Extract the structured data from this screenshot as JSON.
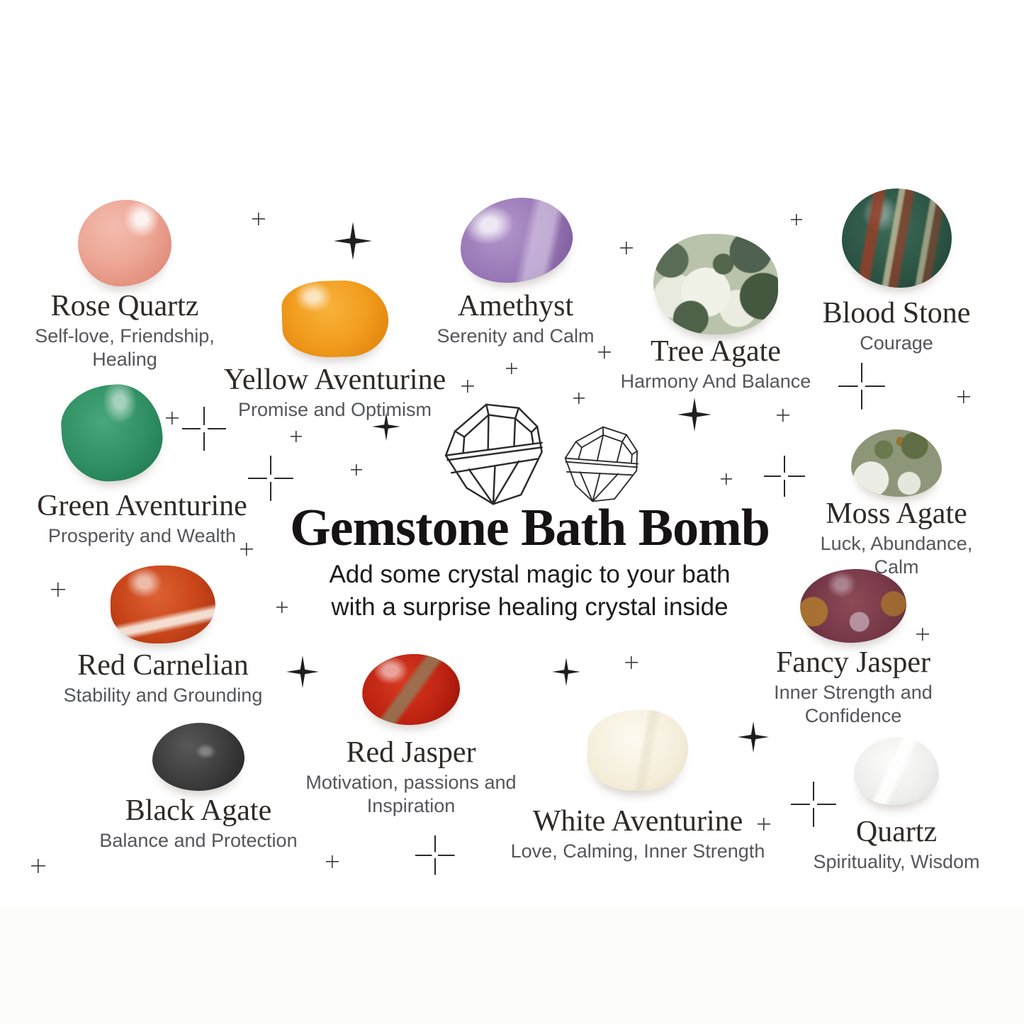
{
  "page": {
    "background": "#ffffff"
  },
  "header": {
    "title": "Gemstone Bath Bomb",
    "subtitle_line1": "Add some crystal magic to your bath",
    "subtitle_line2": "with a surprise healing crystal inside"
  },
  "gems": [
    {
      "id": "rose-quartz",
      "name": "Rose Quartz",
      "desc": "Self-love, Friendship, Healing",
      "stone_color": "#eda695"
    },
    {
      "id": "yellow-aventurine",
      "name": "Yellow Aventurine",
      "desc": "Promise and Optimism",
      "stone_color": "#f19c1d"
    },
    {
      "id": "amethyst",
      "name": "Amethyst",
      "desc": "Serenity and Calm",
      "stone_color": "#9878b6"
    },
    {
      "id": "tree-agate",
      "name": "Tree Agate",
      "desc": "Harmony And Balance",
      "stone_color": "#b9c2ab"
    },
    {
      "id": "blood-stone",
      "name": "Blood Stone",
      "desc": "Courage",
      "stone_color": "#2b5344"
    },
    {
      "id": "green-aventurine",
      "name": "Green Aventurine",
      "desc": "Prosperity and Wealth",
      "stone_color": "#2f8e62"
    },
    {
      "id": "moss-agate",
      "name": "Moss Agate",
      "desc": "Luck, Abundance, Calm",
      "stone_color": "#8d9678"
    },
    {
      "id": "red-carnelian",
      "name": "Red Carnelian",
      "desc": "Stability and Grounding",
      "stone_color": "#c74418"
    },
    {
      "id": "fancy-jasper",
      "name": "Fancy Jasper",
      "desc": "Inner Strength and Confidence",
      "stone_color": "#763848"
    },
    {
      "id": "red-jasper",
      "name": "Red Jasper",
      "desc": "Motivation, passions and Inspiration",
      "stone_color": "#bf2312"
    },
    {
      "id": "black-agate",
      "name": "Black Agate",
      "desc": "Balance and Protection",
      "stone_color": "#3b3b3b"
    },
    {
      "id": "white-aventurine",
      "name": "White Aventurine",
      "desc": "Love, Calming, Inner Strength",
      "stone_color": "#f4eedb"
    },
    {
      "id": "quartz",
      "name": "Quartz",
      "desc": "Spirituality, Wisdom",
      "stone_color": "#eeeeec"
    }
  ],
  "icons": {
    "sparkle_plus": "+",
    "sparkle_star": "✦",
    "sparkle_cross": "✛",
    "center_artwork": "two outlined faceted gemstones"
  },
  "text_colors": {
    "name": "#2e2a27",
    "description": "#55565a",
    "title": "#171213"
  }
}
